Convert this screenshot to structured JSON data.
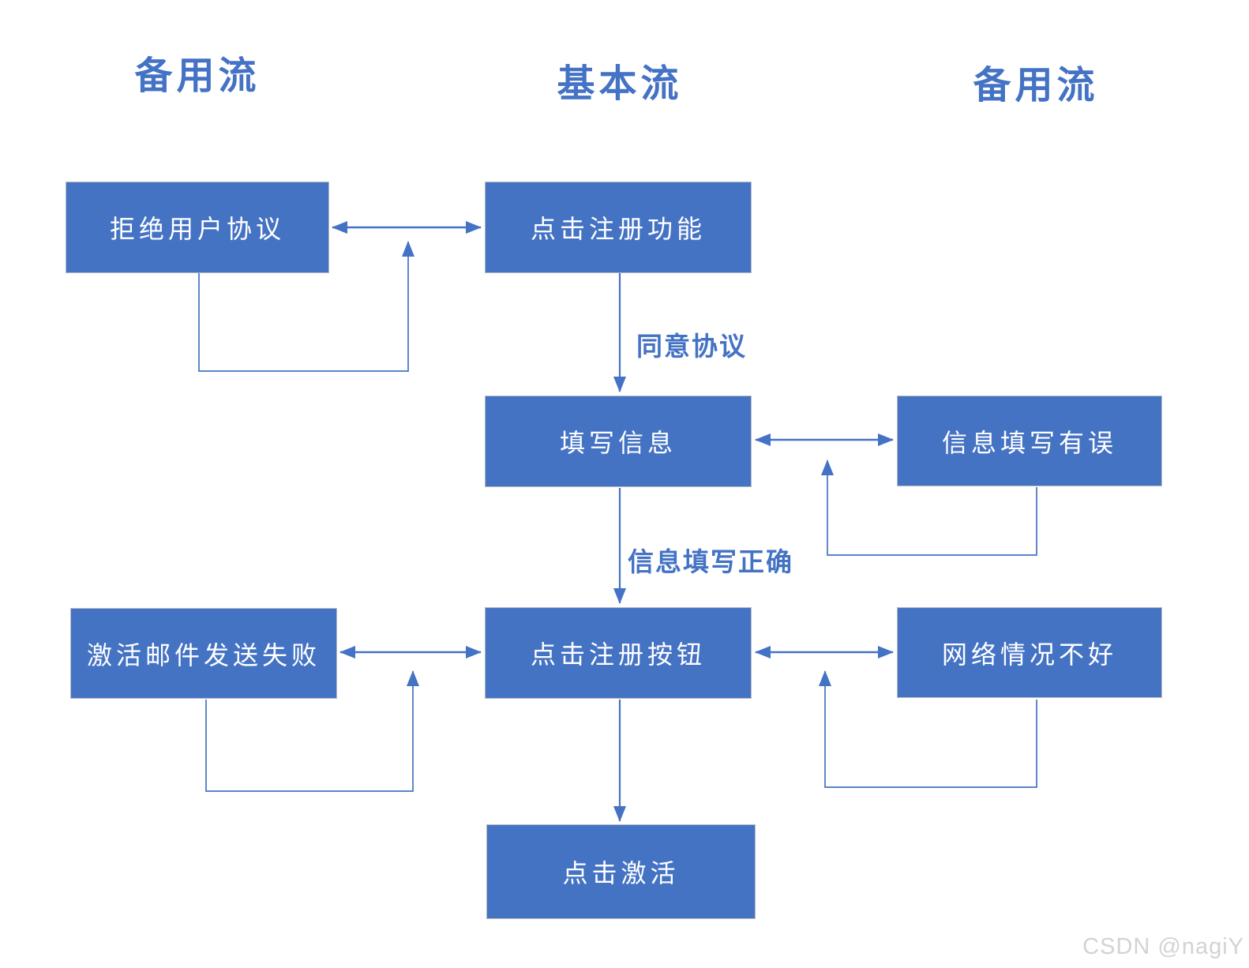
{
  "diagram": {
    "columns": [
      {
        "id": "alt-left",
        "label": "备用流"
      },
      {
        "id": "basic",
        "label": "基本流"
      },
      {
        "id": "alt-right",
        "label": "备用流"
      }
    ],
    "nodes": [
      {
        "id": "reject-agreement",
        "label": "拒绝用户协议",
        "column": "alt-left"
      },
      {
        "id": "click-register-feature",
        "label": "点击注册功能",
        "column": "basic"
      },
      {
        "id": "fill-info",
        "label": "填写信息",
        "column": "basic"
      },
      {
        "id": "info-filled-wrong",
        "label": "信息填写有误",
        "column": "alt-right"
      },
      {
        "id": "activation-email-failed",
        "label": "激活邮件发送失败",
        "column": "alt-left"
      },
      {
        "id": "click-register-button",
        "label": "点击注册按钮",
        "column": "basic"
      },
      {
        "id": "network-bad",
        "label": "网络情况不好",
        "column": "alt-right"
      },
      {
        "id": "click-activate",
        "label": "点击激活",
        "column": "basic"
      }
    ],
    "edge_labels": [
      {
        "id": "agree-agreement",
        "label": "同意协议"
      },
      {
        "id": "info-correct",
        "label": "信息填写正确"
      }
    ],
    "edges": [
      {
        "from": "reject-agreement",
        "to": "click-register-feature",
        "type": "double-arrow"
      },
      {
        "from": "reject-agreement",
        "to": "flow-junction-top",
        "type": "elbow-loop"
      },
      {
        "from": "click-register-feature",
        "to": "fill-info",
        "type": "arrow",
        "label": "同意协议"
      },
      {
        "from": "fill-info",
        "to": "info-filled-wrong",
        "type": "double-arrow"
      },
      {
        "from": "info-filled-wrong",
        "to": "flow-junction-middle",
        "type": "elbow-loop"
      },
      {
        "from": "fill-info",
        "to": "click-register-button",
        "type": "arrow",
        "label": "信息填写正确"
      },
      {
        "from": "activation-email-failed",
        "to": "click-register-button",
        "type": "double-arrow"
      },
      {
        "from": "activation-email-failed",
        "to": "flow-junction-bottom-left",
        "type": "elbow-loop"
      },
      {
        "from": "click-register-button",
        "to": "network-bad",
        "type": "double-arrow"
      },
      {
        "from": "network-bad",
        "to": "flow-junction-bottom-right",
        "type": "elbow-loop"
      },
      {
        "from": "click-register-button",
        "to": "click-activate",
        "type": "arrow"
      }
    ]
  },
  "watermark": {
    "label": "CSDN @nagiY"
  },
  "colors": {
    "node_fill": "#4573C4",
    "node_border": "#B7BAC2",
    "node_text": "#FFFFFF",
    "connector": "#4472C4",
    "header_text": "#4472C4",
    "edge_label_text": "#4472C4",
    "watermark_text": "#D3D3D3",
    "background": "#FFFFFF"
  }
}
